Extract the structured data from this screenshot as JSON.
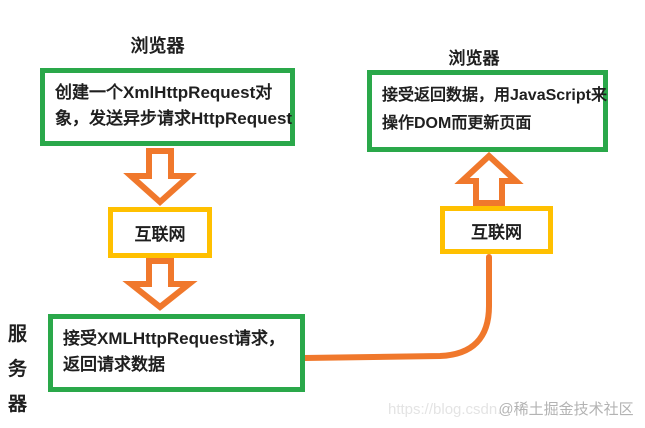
{
  "labels": {
    "browser_left": "浏览器",
    "browser_right": "浏览器",
    "server": "服务器",
    "internet_left": "互联网",
    "internet_right": "互联网"
  },
  "boxes": {
    "create_request": {
      "line1": "创建一个XmlHttpRequest对",
      "line2": "象，发送异步请求HttpRequest"
    },
    "receive_response": {
      "line1": "接受返回数据，用JavaScript来",
      "line2": "操作DOM而更新页面"
    },
    "server_handle": {
      "line1": "接受XMLHttpRequest请求，",
      "line2": "返回请求数据"
    }
  },
  "watermark": {
    "url": "https://blog.csdn.",
    "handle": "@稀土掘金技术社区"
  },
  "colors": {
    "green_border": "#2aa84a",
    "yellow_border": "#ffc000",
    "orange_arrow": "#f0782c",
    "text": "#1f1f1f",
    "watermark_url": "#e4e4e4",
    "watermark_handle": "#b3b3b3"
  }
}
